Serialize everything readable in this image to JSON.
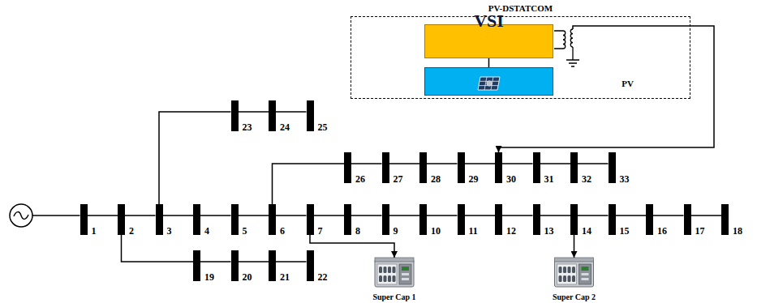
{
  "diagram": {
    "nodes": [
      {
        "text": [
          "PV-DSTATCOM"
        ]
      },
      {
        "text": [
          "VSI"
        ],
        "in": 0
      },
      {
        "text": [
          "PV"
        ],
        "in": 0
      },
      {
        "text": [
          "1"
        ]
      },
      {
        "text": [
          "2"
        ]
      },
      {
        "text": [
          "3"
        ]
      },
      {
        "text": [
          "4"
        ]
      },
      {
        "text": [
          "5"
        ]
      },
      {
        "text": [
          "6"
        ]
      },
      {
        "text": [
          "7"
        ]
      },
      {
        "text": [
          "8"
        ]
      },
      {
        "text": [
          "9"
        ]
      },
      {
        "text": [
          "10"
        ]
      },
      {
        "text": [
          "11"
        ]
      },
      {
        "text": [
          "12"
        ]
      },
      {
        "text": [
          "13"
        ]
      },
      {
        "text": [
          "14"
        ]
      },
      {
        "text": [
          "15"
        ]
      },
      {
        "text": [
          "16"
        ]
      },
      {
        "text": [
          "17"
        ]
      },
      {
        "text": [
          "18"
        ]
      },
      {
        "text": [
          "19"
        ]
      },
      {
        "text": [
          "20"
        ]
      },
      {
        "text": [
          "21"
        ]
      },
      {
        "text": [
          "22"
        ]
      },
      {
        "text": [
          "23"
        ]
      },
      {
        "text": [
          "24"
        ]
      },
      {
        "text": [
          "25"
        ]
      },
      {
        "text": [
          "26"
        ]
      },
      {
        "text": [
          "27"
        ]
      },
      {
        "text": [
          "28"
        ]
      },
      {
        "text": [
          "29"
        ]
      },
      {
        "text": [
          "30"
        ]
      },
      {
        "text": [
          "31"
        ]
      },
      {
        "text": [
          "32"
        ]
      },
      {
        "text": [
          "33"
        ]
      },
      {
        "text": [
          "Super Cap 1"
        ]
      },
      {
        "text": [
          "Super Cap 2"
        ]
      }
    ],
    "edges": [
      {
        "from": 1,
        "to": 2,
        "arrow": "none"
      },
      {
        "from": 0,
        "to": 32,
        "arrow": "to"
      },
      {
        "from": 3,
        "to": 4,
        "arrow": "none"
      },
      {
        "from": 4,
        "to": 5,
        "arrow": "none"
      },
      {
        "from": 5,
        "to": 6,
        "arrow": "none"
      },
      {
        "from": 6,
        "to": 7,
        "arrow": "none"
      },
      {
        "from": 7,
        "to": 8,
        "arrow": "none"
      },
      {
        "from": 8,
        "to": 9,
        "arrow": "none"
      },
      {
        "from": 9,
        "to": 10,
        "arrow": "none"
      },
      {
        "from": 10,
        "to": 11,
        "arrow": "none"
      },
      {
        "from": 11,
        "to": 12,
        "arrow": "none"
      },
      {
        "from": 12,
        "to": 13,
        "arrow": "none"
      },
      {
        "from": 13,
        "to": 14,
        "arrow": "none"
      },
      {
        "from": 14,
        "to": 15,
        "arrow": "none"
      },
      {
        "from": 15,
        "to": 16,
        "arrow": "none"
      },
      {
        "from": 16,
        "to": 17,
        "arrow": "none"
      },
      {
        "from": 17,
        "to": 18,
        "arrow": "none"
      },
      {
        "from": 18,
        "to": 19,
        "arrow": "none"
      },
      {
        "from": 19,
        "to": 20,
        "arrow": "none"
      },
      {
        "from": 4,
        "to": 21,
        "arrow": "none"
      },
      {
        "from": 21,
        "to": 22,
        "arrow": "none"
      },
      {
        "from": 22,
        "to": 23,
        "arrow": "none"
      },
      {
        "from": 23,
        "to": 24,
        "arrow": "none"
      },
      {
        "from": 5,
        "to": 25,
        "arrow": "none"
      },
      {
        "from": 25,
        "to": 26,
        "arrow": "none"
      },
      {
        "from": 26,
        "to": 27,
        "arrow": "none"
      },
      {
        "from": 8,
        "to": 28,
        "arrow": "none"
      },
      {
        "from": 28,
        "to": 29,
        "arrow": "none"
      },
      {
        "from": 29,
        "to": 30,
        "arrow": "none"
      },
      {
        "from": 30,
        "to": 31,
        "arrow": "none"
      },
      {
        "from": 31,
        "to": 32,
        "arrow": "none"
      },
      {
        "from": 32,
        "to": 33,
        "arrow": "none"
      },
      {
        "from": 33,
        "to": 34,
        "arrow": "none"
      },
      {
        "from": 34,
        "to": 35,
        "arrow": "none"
      },
      {
        "from": 9,
        "to": 36,
        "arrow": "to"
      },
      {
        "from": 16,
        "to": 37,
        "arrow": "to"
      }
    ]
  }
}
